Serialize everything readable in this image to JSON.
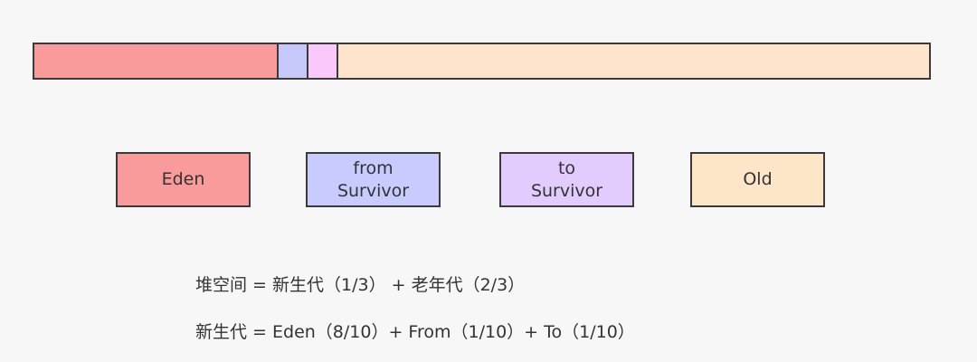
{
  "colors": {
    "eden": "#f99a9b",
    "from_survivor": "#c8cbfd",
    "to_survivor": "#e2cbfd",
    "old": "#fde5c8",
    "bar_from": "#c5c8f8",
    "bar_to": "#fbc8fb",
    "bar_old": "#fee4cb"
  },
  "heap_bar": {
    "segments": [
      {
        "key": "eden",
        "fraction": 0.2707
      },
      {
        "key": "from",
        "fraction": 0.0333
      },
      {
        "key": "to",
        "fraction": 0.0333
      },
      {
        "key": "old",
        "fraction": 0.6627
      }
    ]
  },
  "legend": {
    "eden": {
      "lines": [
        "Eden"
      ]
    },
    "from_survivor": {
      "lines": [
        "from",
        "Survivor"
      ]
    },
    "to_survivor": {
      "lines": [
        "to",
        "Survivor"
      ]
    },
    "old": {
      "lines": [
        "Old"
      ]
    }
  },
  "formulas": {
    "heap": "堆空间 = 新生代（1/3） + 老年代（2/3）",
    "young": "新生代 = Eden（8/10）+ From（1/10）+ To（1/10）"
  }
}
